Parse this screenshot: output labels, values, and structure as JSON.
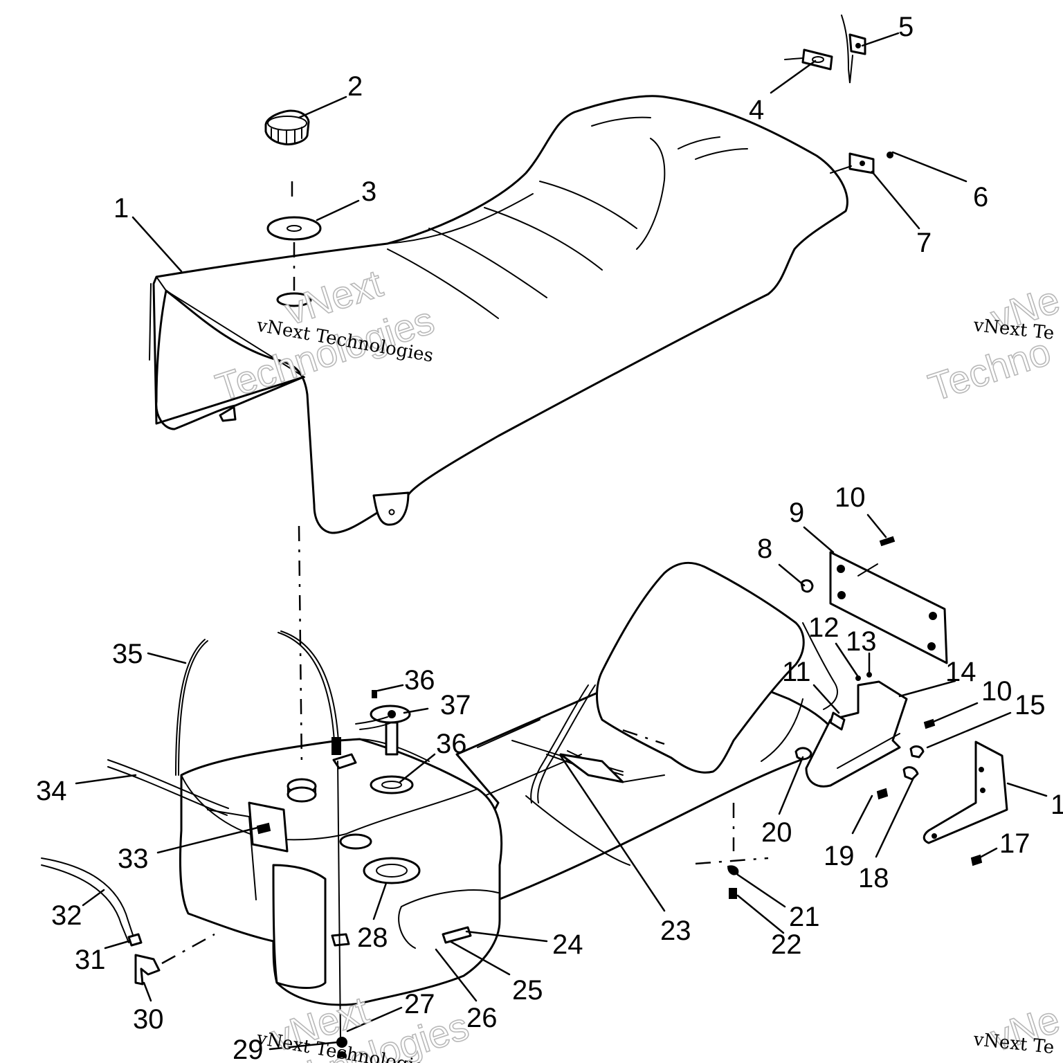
{
  "diagram": {
    "parts": [
      {
        "id": "seat",
        "name": "seat"
      },
      {
        "id": "fuel-tank",
        "name": "fuel tank"
      },
      {
        "id": "chassis",
        "name": "chassis"
      }
    ],
    "callouts": [
      {
        "text": "1"
      },
      {
        "text": "2"
      },
      {
        "text": "3"
      },
      {
        "text": "4"
      },
      {
        "text": "5"
      },
      {
        "text": "6"
      },
      {
        "text": "7"
      },
      {
        "text": "8"
      },
      {
        "text": "9"
      },
      {
        "text": "10"
      },
      {
        "text": "10"
      },
      {
        "text": "11"
      },
      {
        "text": "12"
      },
      {
        "text": "13"
      },
      {
        "text": "14"
      },
      {
        "text": "15"
      },
      {
        "text": "1"
      },
      {
        "text": "17"
      },
      {
        "text": "18"
      },
      {
        "text": "19"
      },
      {
        "text": "20"
      },
      {
        "text": "21"
      },
      {
        "text": "22"
      },
      {
        "text": "23"
      },
      {
        "text": "24"
      },
      {
        "text": "25"
      },
      {
        "text": "26"
      },
      {
        "text": "27"
      },
      {
        "text": "28"
      },
      {
        "text": "29"
      },
      {
        "text": "30"
      },
      {
        "text": "31"
      },
      {
        "text": "32"
      },
      {
        "text": "33"
      },
      {
        "text": "34"
      },
      {
        "text": "35"
      },
      {
        "text": "36"
      },
      {
        "text": "36"
      },
      {
        "text": "37"
      }
    ]
  },
  "watermark": {
    "brand_line": "vNext Technologies",
    "big_line1": "vNext",
    "big_line2": "Technologies",
    "edge_line1": "vNe",
    "edge_line2": "Techno",
    "edge_small": "vNext Te"
  }
}
